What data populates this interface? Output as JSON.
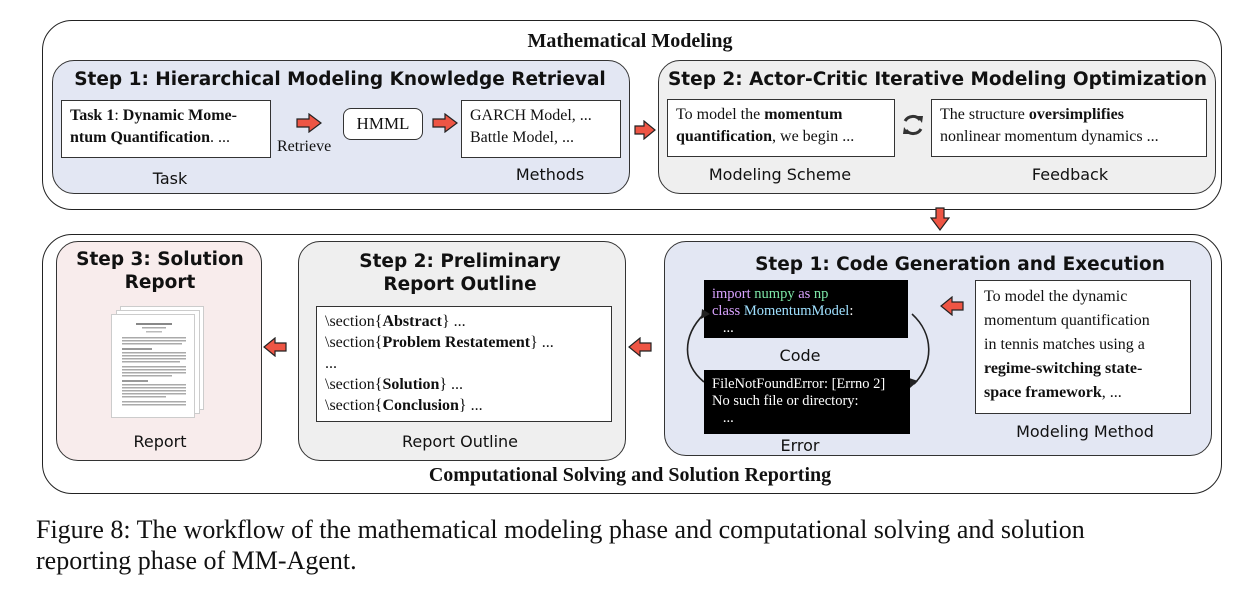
{
  "top": {
    "title": "Mathematical Modeling",
    "step1": {
      "title": "Step 1: Hierarchical Modeling Knowledge Retrieval",
      "task_box": {
        "bold1": "Task 1",
        "text1": ": ",
        "bold2": "Dynamic Momentum Quantification",
        "text2": ". ...",
        "line1a": "Task 1",
        "line1b": ": ",
        "line1c": "Dynamic Mome-",
        "line2a": "ntum Quantification",
        "line2b": ". ..."
      },
      "task_label": "Task",
      "retrieve_label": "Retrieve",
      "hmml": "HMML",
      "methods_box": {
        "line1": "GARCH Model, ...",
        "line2": "Battle Model, ..."
      },
      "methods_label": "Methods"
    },
    "step2": {
      "title": "Step 2: Actor-Critic Iterative Modeling Optimization",
      "scheme_box": {
        "a": "To model the ",
        "b": "momentum",
        "c": "quantification",
        "d": ", we begin ..."
      },
      "scheme_label": "Modeling Scheme",
      "feedback_box": {
        "a": "The structure ",
        "b": "oversimplifies",
        "c": "nonlinear momentum dynamics ..."
      },
      "feedback_label": "Feedback"
    }
  },
  "bottom": {
    "title": "Computational Solving and Solution Reporting",
    "step1": {
      "title": "Step 1: Code Generation and Execution",
      "code": {
        "l1a": "import",
        "l1b": "numpy",
        "l1c": "as",
        "l1d": "np",
        "l2a": "class",
        "l2b": "MomentumModel",
        "l2c": ":",
        "l3": "..."
      },
      "code_label": "Code",
      "error": {
        "l1": "FileNotFoundError: [Errno 2]",
        "l2": "No such file or directory:",
        "l3": "..."
      },
      "error_label": "Error",
      "method_box": {
        "l1": "To model the dynamic",
        "l2": "momentum quantification",
        "l3": "in tennis matches using a",
        "l4": "regime-switching state-",
        "l5": "space framework",
        "l6": ", ..."
      },
      "method_label": "Modeling Method"
    },
    "step2": {
      "title_l1": "Step 2: Preliminary",
      "title_l2": "Report Outline",
      "outline": [
        {
          "pre": "\\section{",
          "bold": "Abstract",
          "post": "} ..."
        },
        {
          "pre": "\\section{",
          "bold": "Problem Restatement",
          "post": "} ..."
        },
        {
          "pre": "...",
          "bold": "",
          "post": ""
        },
        {
          "pre": "\\section{",
          "bold": "Solution",
          "post": "} ..."
        },
        {
          "pre": "\\section{",
          "bold": "Conclusion",
          "post": "} ..."
        }
      ],
      "label": "Report Outline"
    },
    "step3": {
      "title_l1": "Step 3: Solution",
      "title_l2": "Report",
      "label": "Report"
    }
  },
  "caption": {
    "line1": "Figure 8: The workflow of the mathematical modeling phase and computational solving and solution",
    "line2": "reporting phase of MM-Agent."
  },
  "colors": {
    "arrow": "#ee5544",
    "blue_panel": "#e3e7f3",
    "gray_panel": "#efefef",
    "pink_panel": "#f8ecec"
  }
}
